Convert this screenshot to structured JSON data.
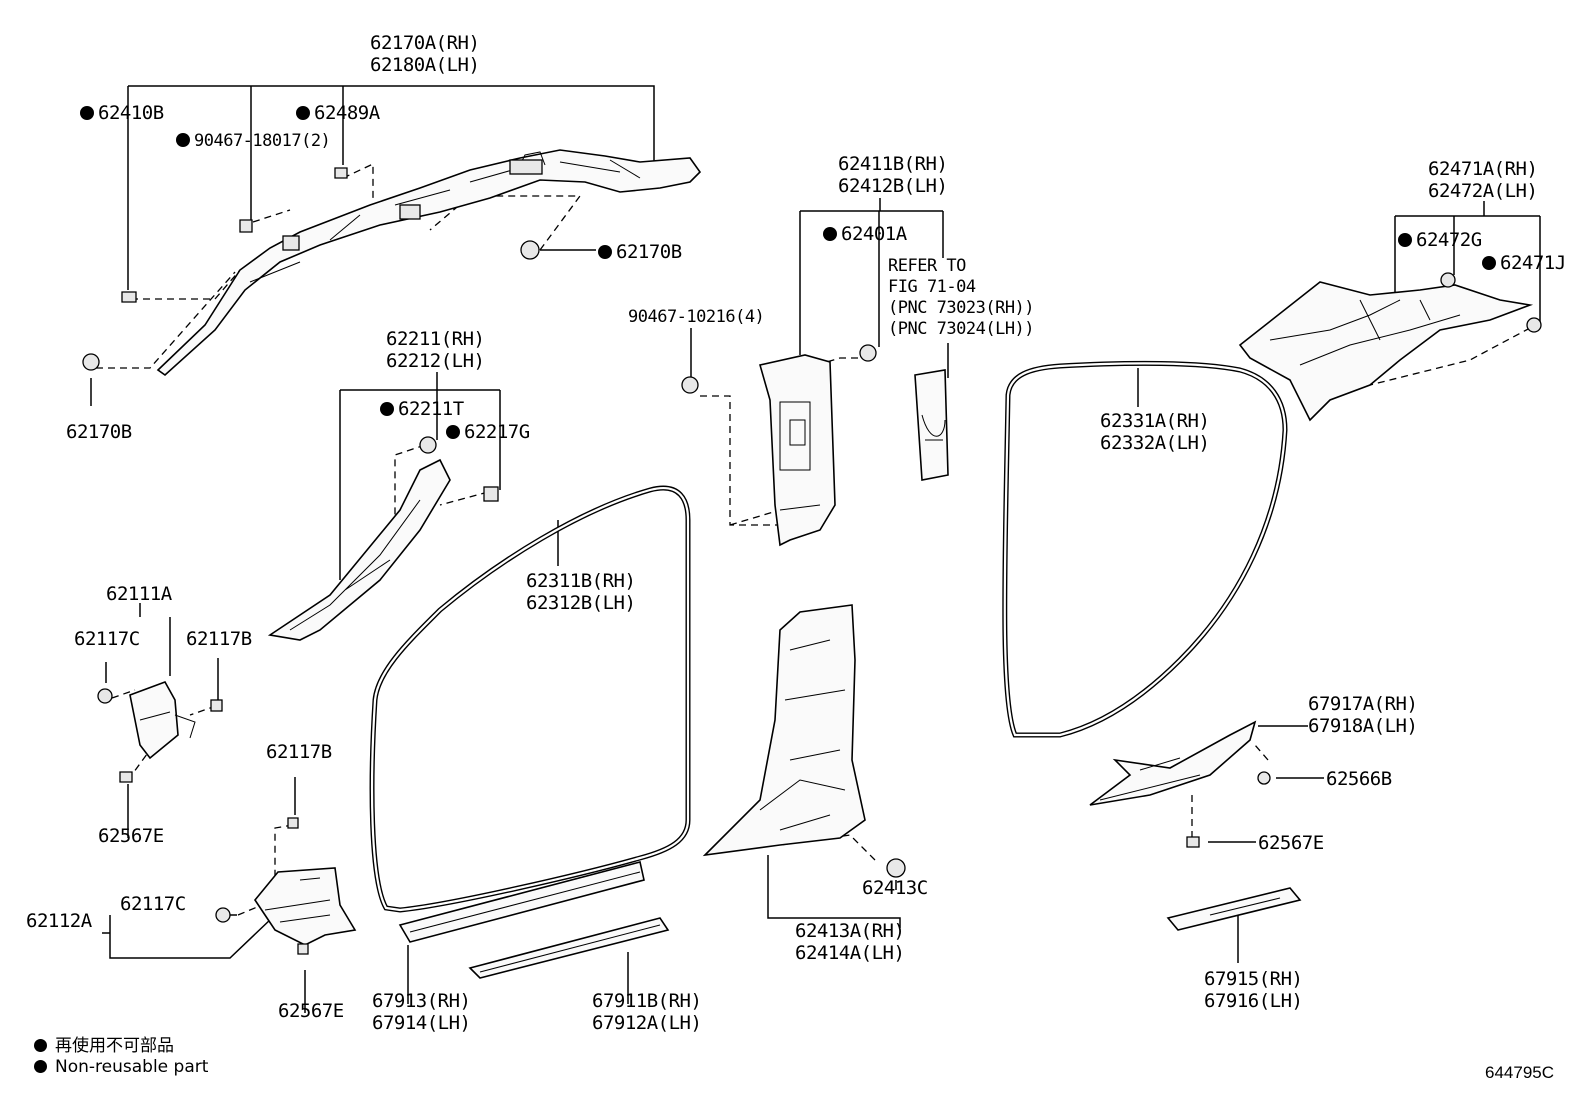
{
  "labels": {
    "l62170A": [
      "62170A(RH)",
      "62180A(LH)"
    ],
    "l62410B": "62410B",
    "l62489A": "62489A",
    "l90467_18017": "90467-18017(2)",
    "l62170B_r": "62170B",
    "l62170B_l": "62170B",
    "l62411B": [
      "62411B(RH)",
      "62412B(LH)"
    ],
    "l62401A": "62401A",
    "lRefer": [
      "REFER TO",
      "FIG 71-04",
      "(PNC 73023(RH))",
      "(PNC 73024(LH))"
    ],
    "l90467_10216": "90467-10216(4)",
    "l62471A": [
      "62471A(RH)",
      "62472A(LH)"
    ],
    "l62472G": "62472G",
    "l62471J": "62471J",
    "l62211": [
      "62211(RH)",
      "62212(LH)"
    ],
    "l62211T": "62211T",
    "l62217G": "62217G",
    "l62331A": [
      "62331A(RH)",
      "62332A(LH)"
    ],
    "l62111A": "62111A",
    "l62117C_top": "62117C",
    "l62117B_top": "62117B",
    "l62311B": [
      "62311B(RH)",
      "62312B(LH)"
    ],
    "l62567E_left": "62567E",
    "l62117B_mid": "62117B",
    "l62117C_mid": "62117C",
    "l62112A": "62112A",
    "l62567E_bottom": "62567E",
    "l67913": [
      "67913(RH)",
      "67914(LH)"
    ],
    "l67911B": [
      "67911B(RH)",
      "67912A(LH)"
    ],
    "l62413C": "62413C",
    "l62413A": [
      "62413A(RH)",
      "62414A(LH)"
    ],
    "l67917A": [
      "67917A(RH)",
      "67918A(LH)"
    ],
    "l62566B": "62566B",
    "l62567E_right": "62567E",
    "l67915": [
      "67915(RH)",
      "67916(LH)"
    ]
  },
  "legend": {
    "jp": "再使用不可部品",
    "en": "Non-reusable part"
  },
  "figure_number": "644795C"
}
